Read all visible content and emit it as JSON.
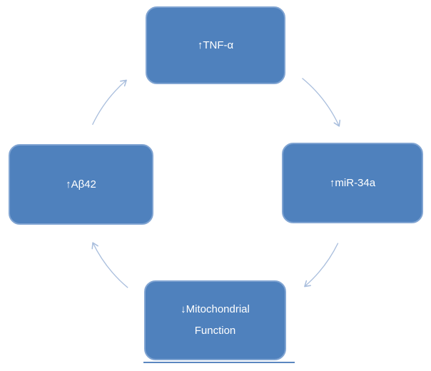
{
  "diagram": {
    "type": "cycle",
    "direction": "clockwise",
    "background_color": "#ffffff",
    "nodes": [
      {
        "id": "tnf-alpha",
        "position": "top",
        "label": "↑TNF-α"
      },
      {
        "id": "mir-34a",
        "position": "right",
        "label": "↑miR-34a"
      },
      {
        "id": "mitochondrial-function",
        "position": "bottom",
        "label": "↓Mitochondrial Function",
        "lines": [
          "↓Mitochondrial",
          "Function"
        ]
      },
      {
        "id": "abeta-42",
        "position": "left",
        "label": "↑Aβ42"
      }
    ],
    "arrows": [
      {
        "from": "↑TNF-α",
        "to": "↑miR-34a"
      },
      {
        "from": "↑miR-34a",
        "to": "↓Mitochondrial Function"
      },
      {
        "from": "↓Mitochondrial Function",
        "to": "↑Aβ42"
      },
      {
        "from": "↑Aβ42",
        "to": "↑TNF-α"
      }
    ],
    "colors": {
      "node_fill": "#4f81bd",
      "node_border": "#80a4d2",
      "node_text": "#ffffff",
      "arrow": "#a9bedd",
      "underline": "#5b87c0"
    }
  }
}
